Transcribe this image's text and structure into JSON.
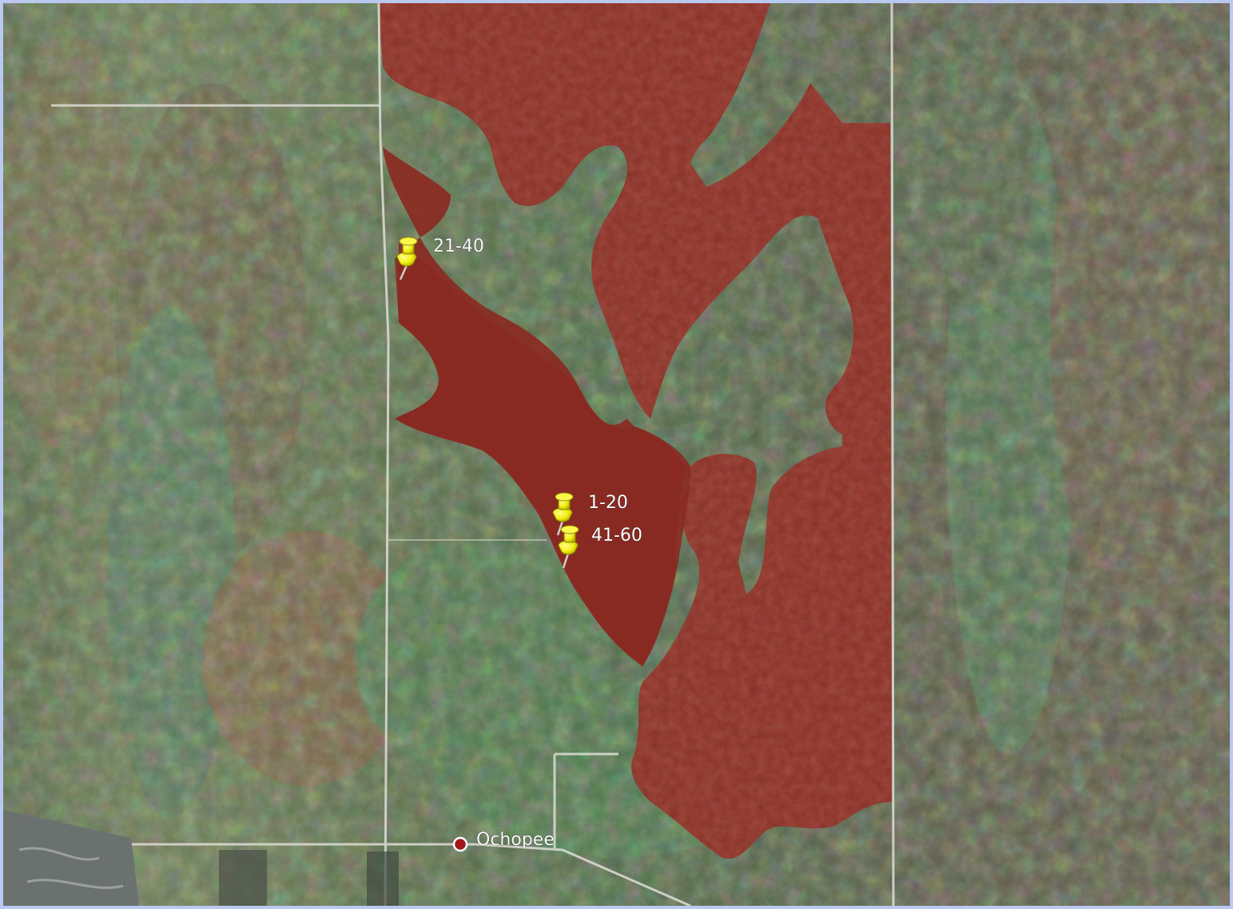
{
  "map": {
    "pins": [
      {
        "id": "pin-a",
        "label": "21-40"
      },
      {
        "id": "pin-b",
        "label": "1-20"
      },
      {
        "id": "pin-c",
        "label": "41-60"
      }
    ],
    "place": {
      "label": "Ochopee"
    },
    "colors": {
      "burn_area": "#8a2a22",
      "pin": "#f2ef12",
      "place_marker": "#a01818",
      "road": "#d8d8d0"
    }
  }
}
